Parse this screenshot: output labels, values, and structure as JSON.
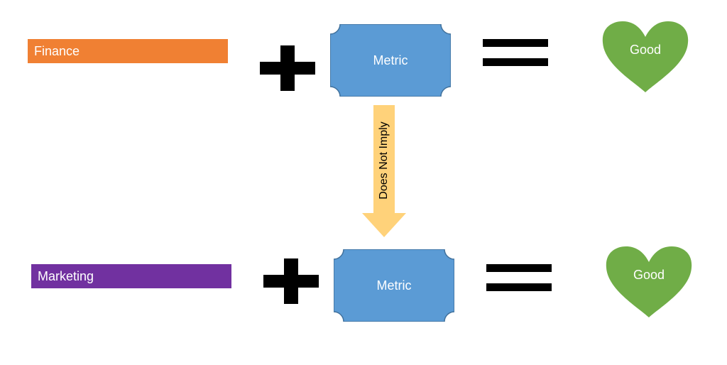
{
  "rows": [
    {
      "label": "Finance",
      "label_color": "#F08033",
      "metric": "Metric",
      "result": "Good"
    },
    {
      "label": "Marketing",
      "label_color": "#7131A0",
      "metric": "Metric",
      "result": "Good"
    }
  ],
  "connector": {
    "label": "Does Not Imply",
    "color": "#FFD27A"
  },
  "colors": {
    "metric_fill": "#5B9BD5",
    "metric_stroke": "#41719C",
    "heart_fill": "#70AD47",
    "operator": "#000000"
  }
}
